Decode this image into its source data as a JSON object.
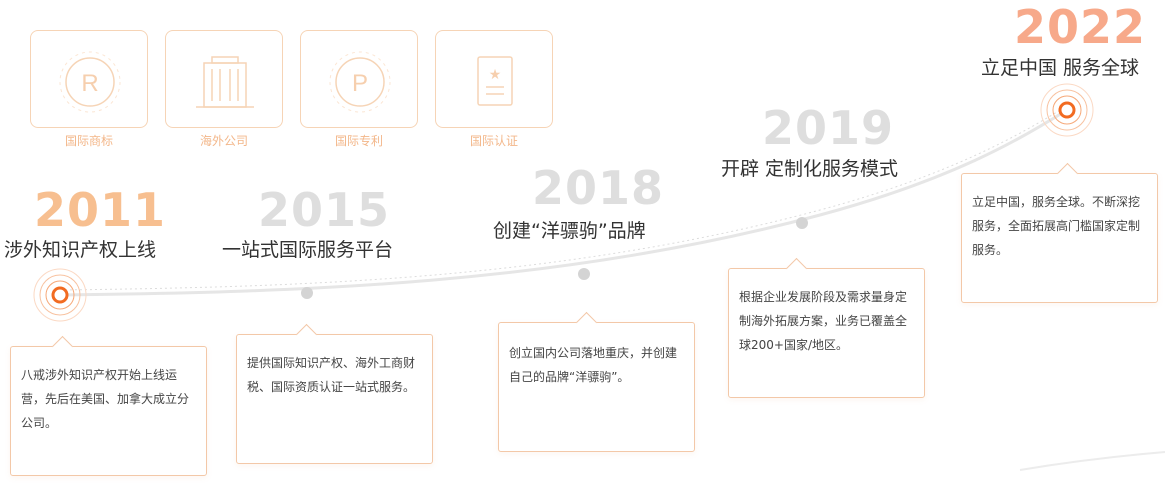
{
  "services": [
    {
      "label": "国际商标",
      "icon": "registered-trademark-icon"
    },
    {
      "label": "海外公司",
      "icon": "office-building-icon"
    },
    {
      "label": "国际专利",
      "icon": "patent-p-icon"
    },
    {
      "label": "国际认证",
      "icon": "certificate-icon"
    }
  ],
  "milestones": [
    {
      "year": "2011",
      "title": "涉外知识产权上线",
      "description": "八戒涉外知识产权开始上线运营，先后在美国、加拿大成立分公司。"
    },
    {
      "year": "2015",
      "title": "一站式国际服务平台",
      "description": "提供国际知识产权、海外工商财税、国际资质认证一站式服务。"
    },
    {
      "year": "2018",
      "title": "创建“洋骠驹”品牌",
      "description": "创立国内公司落地重庆，并创建自己的品牌“洋骠驹”。"
    },
    {
      "year": "2019",
      "title": "开辟 定制化服务模式",
      "description": "根据企业发展阶段及需求量身定制海外拓展方案，业务已覆盖全球200+国家/地区。"
    },
    {
      "year": "2022",
      "title": "立足中国 服务全球",
      "description": "立足中国，服务全球。不断深挖服务，全面拓展高门槛国家定制服务。"
    }
  ],
  "colors": {
    "accent": "#f26b21",
    "accent_light": "#f7bf90",
    "inactive": "#dedede",
    "border": "#f3c8a8"
  }
}
